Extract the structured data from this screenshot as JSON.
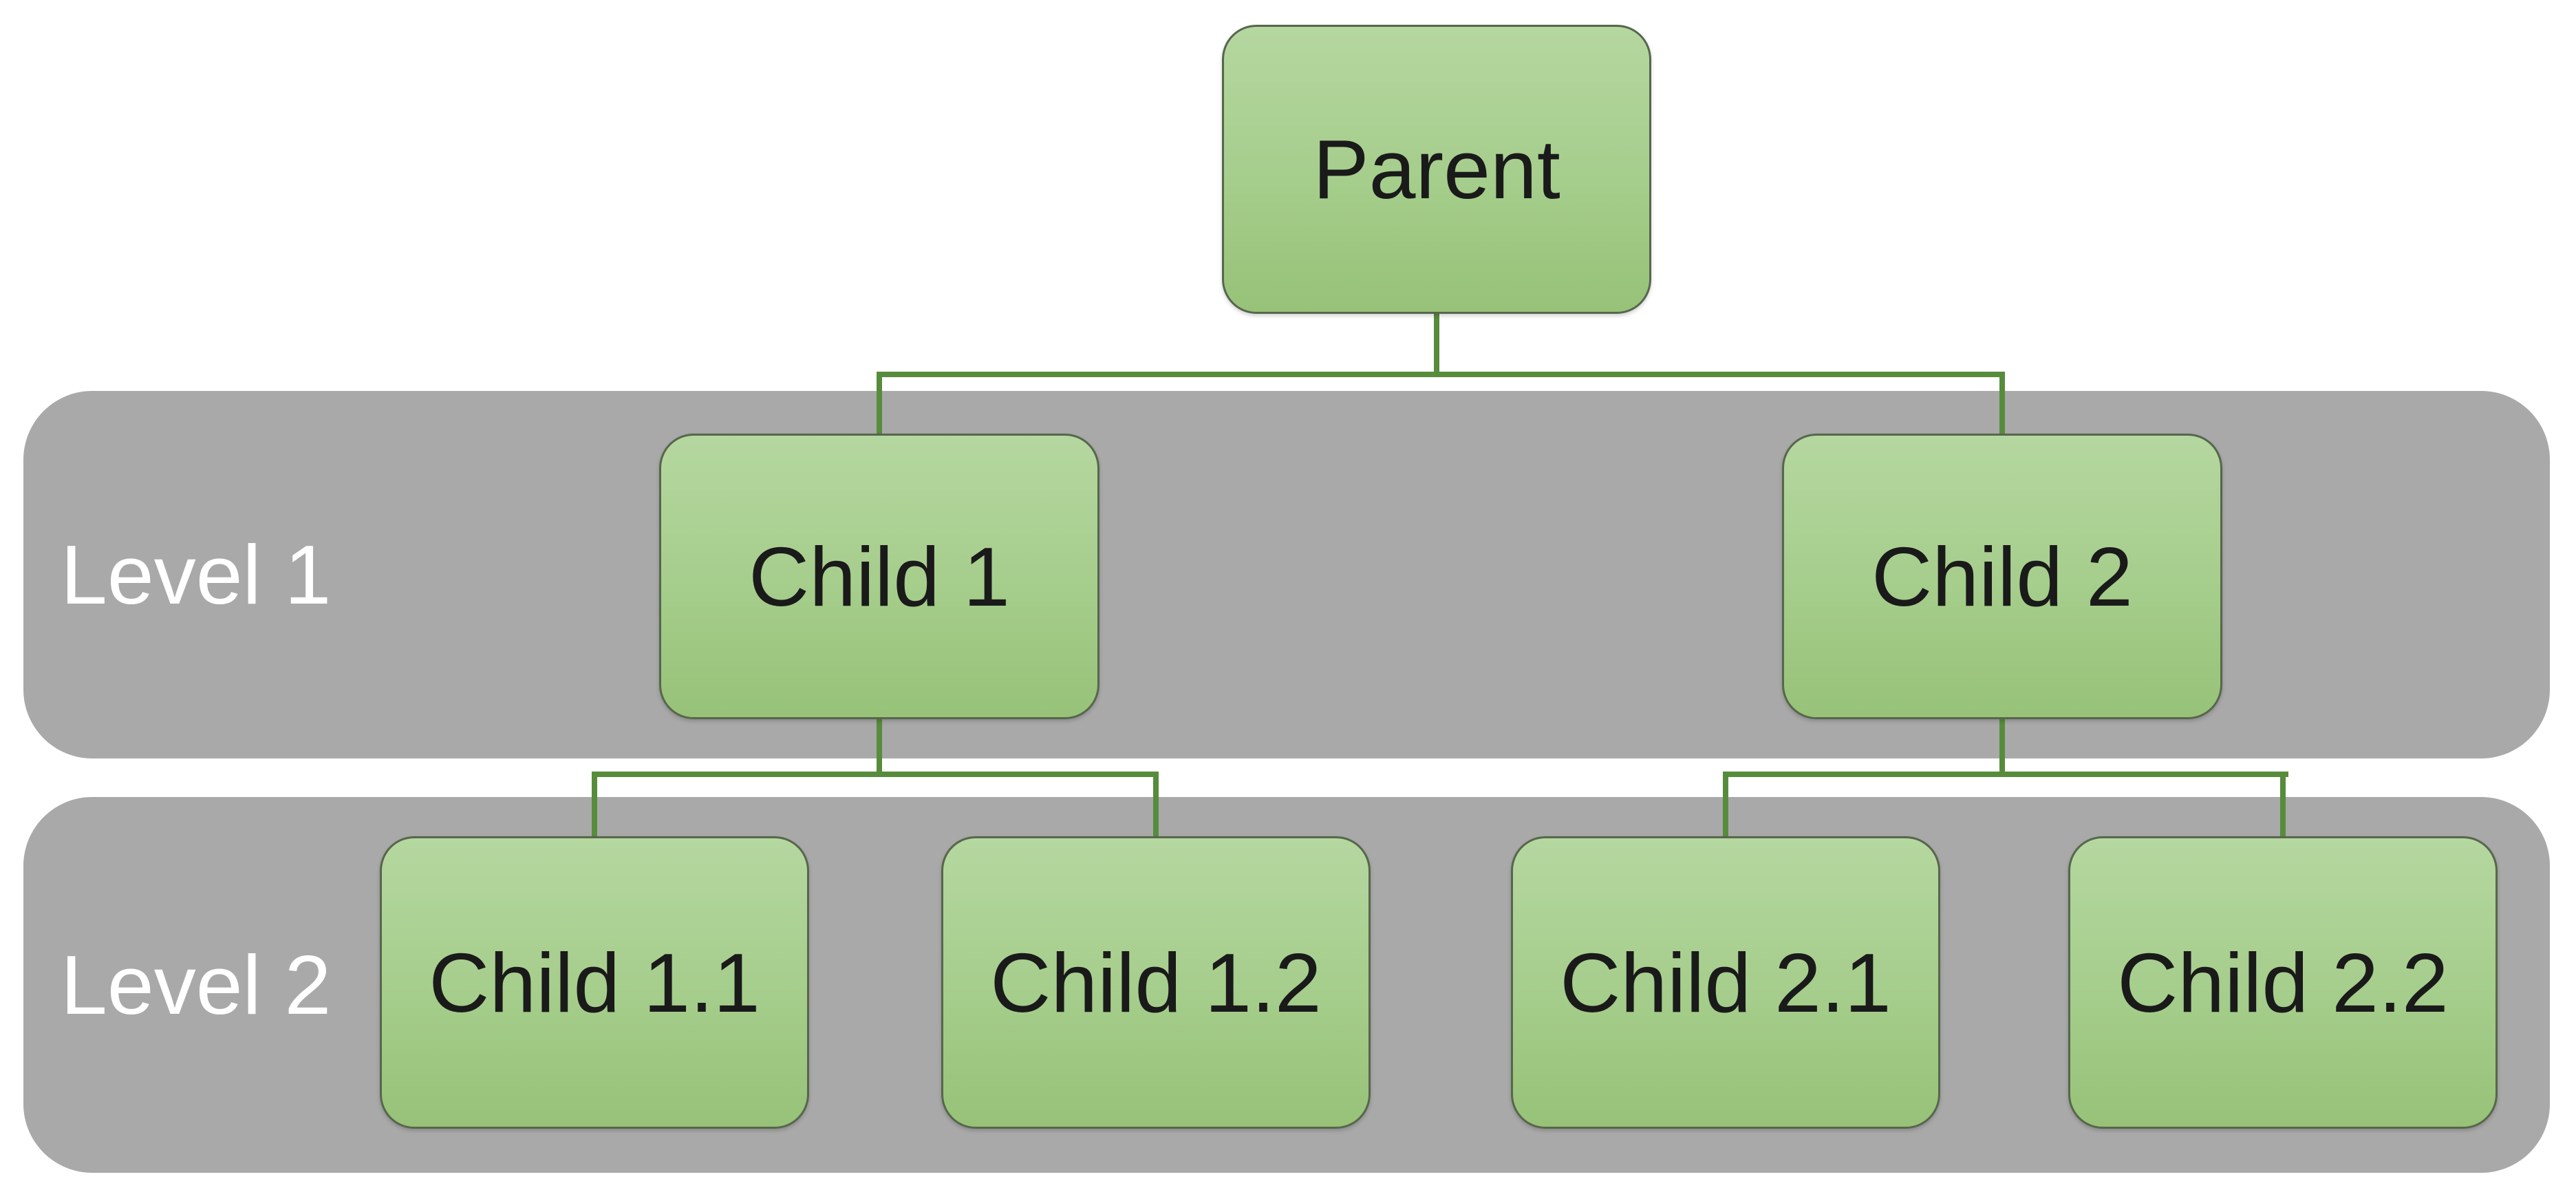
{
  "diagram": {
    "type": "hierarchy-org-chart"
  },
  "nodes": {
    "parent": {
      "label": "Parent"
    },
    "child_1": {
      "label": "Child 1"
    },
    "child_2": {
      "label": "Child 2"
    },
    "child_1_1": {
      "label": "Child 1.1"
    },
    "child_1_2": {
      "label": "Child 1.2"
    },
    "child_2_1": {
      "label": "Child 2.1"
    },
    "child_2_2": {
      "label": "Child 2.2"
    }
  },
  "levels": [
    {
      "label": "Level 1"
    },
    {
      "label": "Level 2"
    }
  ],
  "colors": {
    "page_background": "#ffffff",
    "band_background": "#a9a9a9",
    "band_label_text": "#ffffff",
    "node_fill_top": "#b5d7a0",
    "node_fill_bottom": "#97c278",
    "node_border": "#57664c",
    "node_text": "#1a1a1a",
    "connector": "#578c3c"
  }
}
